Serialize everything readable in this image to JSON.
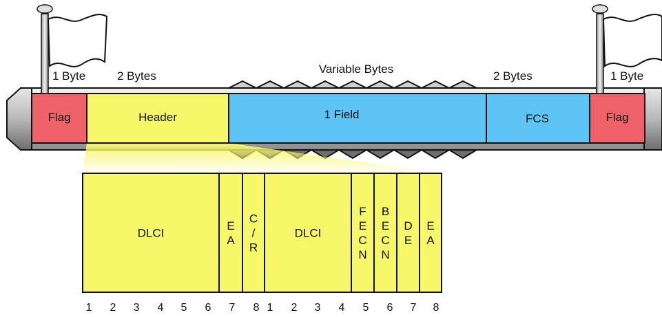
{
  "frame": {
    "byte_labels": {
      "left_flag": "1 Byte",
      "header": "2 Bytes",
      "variable": "Variable Bytes",
      "fcs": "2 Bytes",
      "right_flag": "1 Byte"
    },
    "segments": {
      "left_flag": "Flag",
      "header": "Header",
      "info": "1 Field",
      "fcs": "FCS",
      "right_flag": "Flag"
    }
  },
  "header_detail": {
    "fields": [
      {
        "label": [
          "DLCI"
        ]
      },
      {
        "label": [
          "E",
          "A"
        ]
      },
      {
        "label": [
          "C",
          "/",
          "R"
        ]
      },
      {
        "label": [
          "DLCI"
        ]
      },
      {
        "label": [
          "F",
          "E",
          "C",
          "N"
        ]
      },
      {
        "label": [
          "B",
          "E",
          "C",
          "N"
        ]
      },
      {
        "label": [
          "D",
          "E"
        ]
      },
      {
        "label": [
          "E",
          "A"
        ]
      }
    ],
    "bit_numbers": [
      "1",
      "2",
      "3",
      "4",
      "5",
      "6",
      "7",
      "8",
      "1",
      "2",
      "3",
      "4",
      "5",
      "6",
      "7",
      "8"
    ]
  },
  "colors": {
    "flag": "#f0626a",
    "header": "#f7f76a",
    "info": "#5ec4f5",
    "pipe_light": "#d9d9d9",
    "pipe_dark": "#8c8c8c"
  }
}
